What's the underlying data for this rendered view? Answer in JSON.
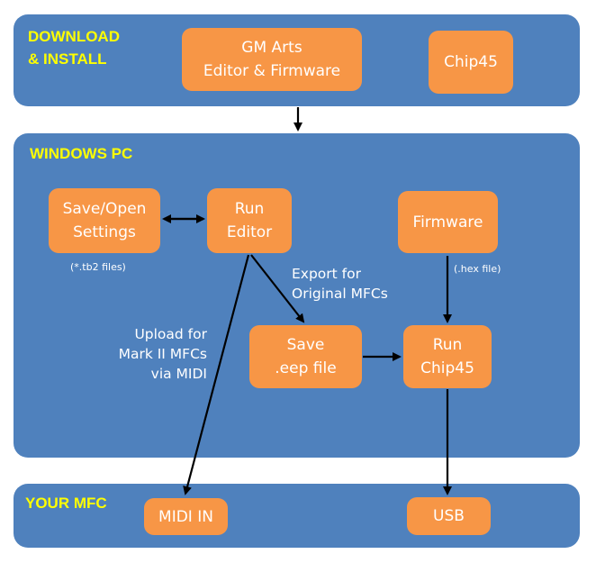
{
  "colors": {
    "panel": "#4f81bd",
    "box": "#f79646",
    "title": "#ffff00",
    "arrow": "#000000"
  },
  "panels": {
    "download": {
      "title": "DOWNLOAD\n& INSTALL"
    },
    "windows": {
      "title": "WINDOWS PC"
    },
    "mfc": {
      "title": "YOUR MFC"
    }
  },
  "boxes": {
    "gm_arts": "GM Arts\nEditor & Firmware",
    "chip45_download": "Chip45",
    "save_open": "Save/Open\nSettings",
    "run_editor": "Run\nEditor",
    "firmware": "Firmware",
    "save_eep": "Save\n.eep file",
    "run_chip45": "Run\nChip45",
    "midi_in": "MIDI IN",
    "usb": "USB"
  },
  "labels": {
    "tb2_files": "(*.tb2 files)",
    "hex_file": "(.hex file)",
    "export": "Export for\nOriginal MFCs",
    "upload": "Upload for\nMark II MFCs\nvia MIDI"
  }
}
